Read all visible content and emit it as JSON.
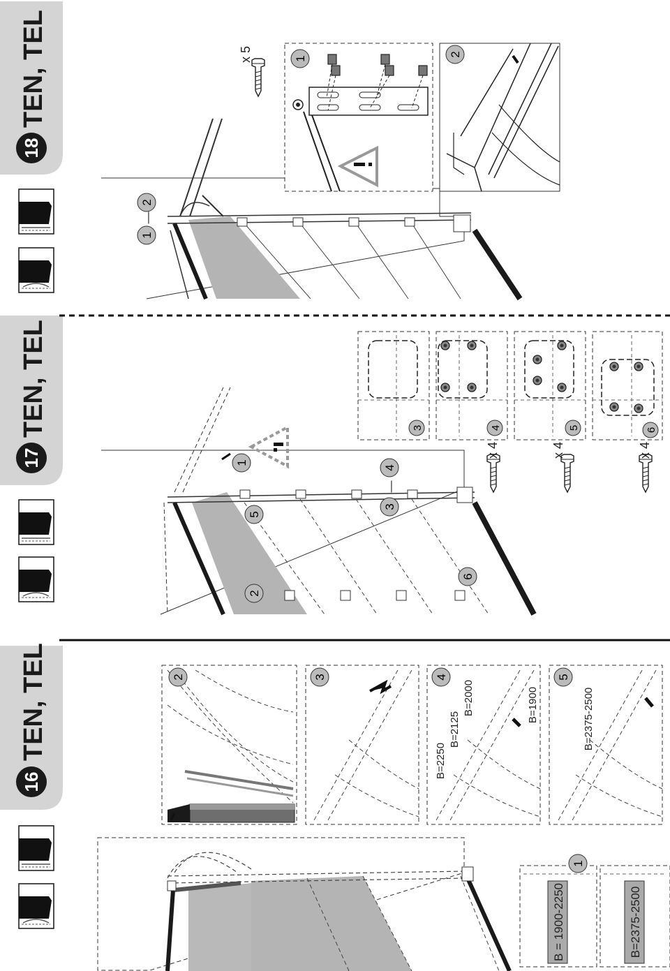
{
  "steps": [
    {
      "number": "16",
      "title": "TEN, TEL"
    },
    {
      "number": "17",
      "title": "TEN, TEL"
    },
    {
      "number": "18",
      "title": "TEN, TEL"
    }
  ],
  "step16": {
    "callouts": [
      "1",
      "2",
      "3",
      "4",
      "5"
    ],
    "width_ranges": [
      "B = 1900-2250",
      "B=2375-2500"
    ],
    "detail4_labels": [
      "B=2250",
      "B=2125",
      "B=2000",
      "B=1900"
    ],
    "detail5_label": "B=2375-2500"
  },
  "step17": {
    "callouts": [
      "1",
      "2",
      "3",
      "4",
      "5",
      "6"
    ],
    "range_dash": "—",
    "screw_qty": [
      "x 4",
      "x 4",
      "x 4"
    ],
    "detail_numbers": [
      "3",
      "4",
      "5",
      "6"
    ]
  },
  "step18": {
    "callouts": [
      "1",
      "2"
    ],
    "range_dash": "—",
    "screw_qty": "x 5"
  },
  "colors": {
    "header_bg": "#d4d4d4",
    "panel_gray": "#b4b4b4",
    "ink": "#1a1a1a"
  },
  "icons": [
    "track-type-a-icon",
    "track-type-b-icon",
    "warning-triangle-icon",
    "screw-icon",
    "arrow-icon"
  ]
}
